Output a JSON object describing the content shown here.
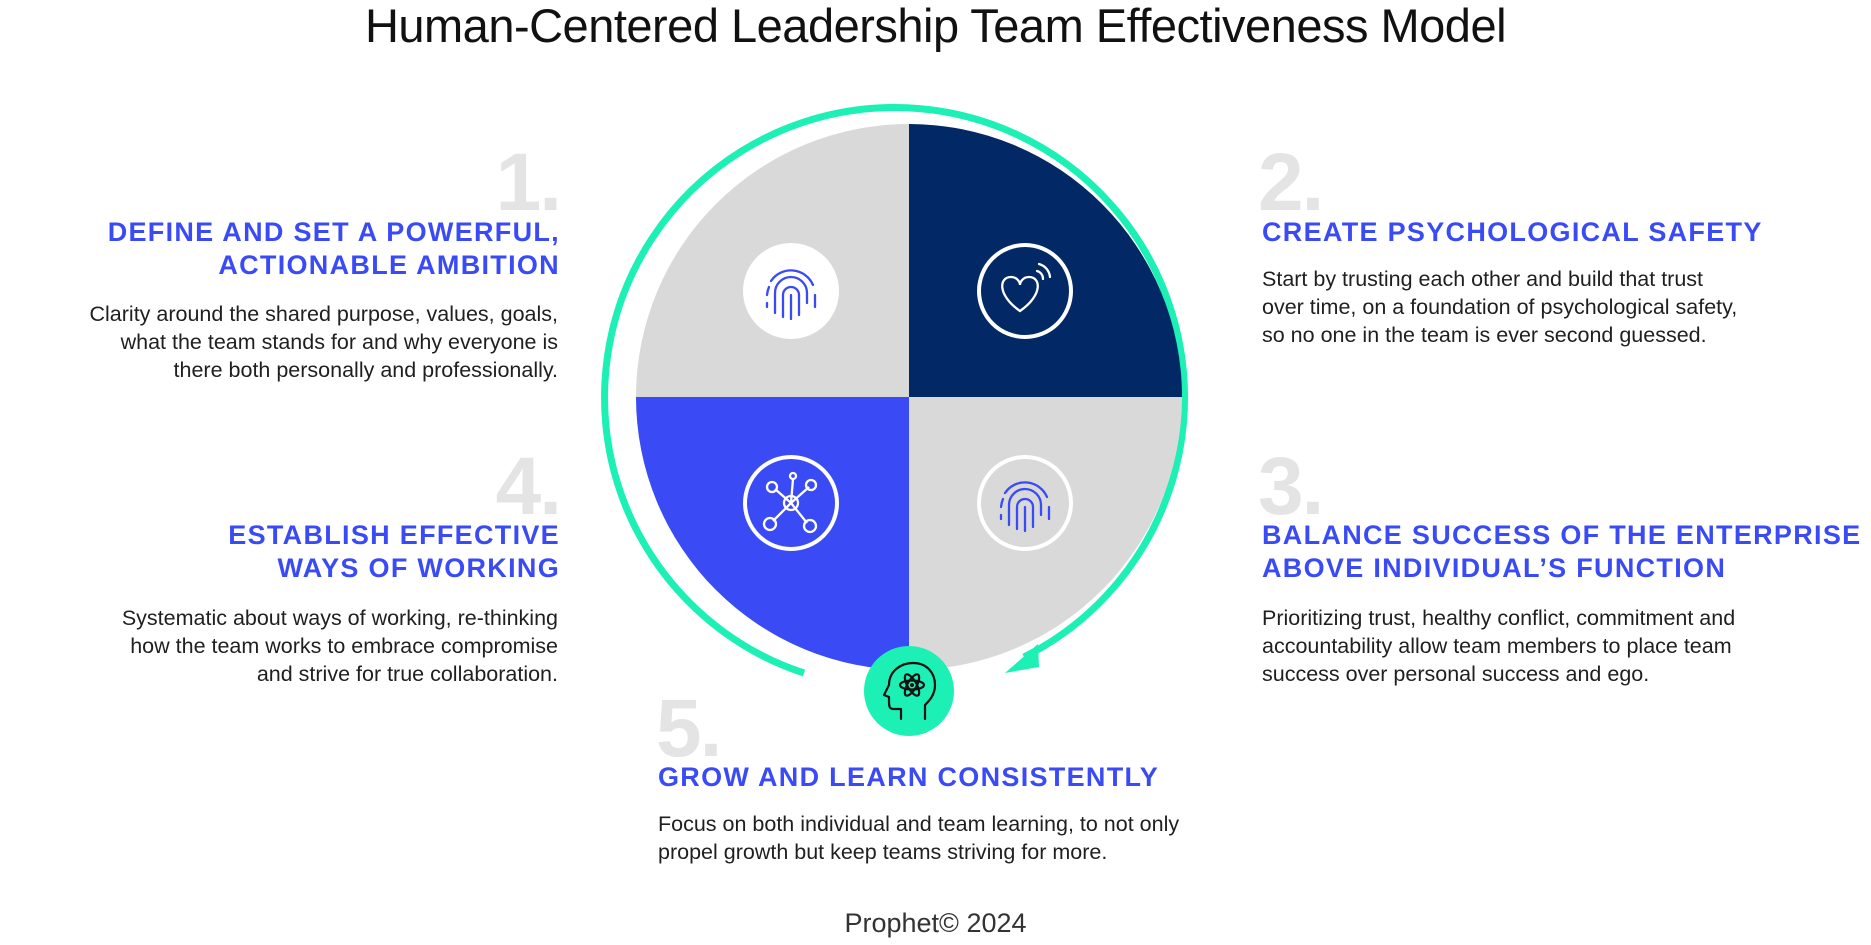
{
  "title": "Human-Centered Leadership Team Effectiveness Model",
  "colors": {
    "navy": "#022866",
    "blue": "#3a4bf5",
    "gray": "#d9d9d9",
    "teal": "#1df0b4",
    "number_gray": "#e4e4e4"
  },
  "quadrant_icons": [
    "fingerprint-icon",
    "heart-signal-icon",
    "fingerprint-icon",
    "network-nodes-icon",
    "head-atom-icon"
  ],
  "steps": [
    {
      "number": "1.",
      "heading_lines": [
        "DEFINE AND SET A POWERFUL,",
        "ACTIONABLE AMBITION"
      ],
      "body_lines": [
        "Clarity around the shared purpose, values, goals,",
        "what the team stands for and why everyone is",
        "there both personally and professionally."
      ]
    },
    {
      "number": "2.",
      "heading_lines": [
        "CREATE PSYCHOLOGICAL SAFETY"
      ],
      "body_lines": [
        "Start by trusting each other and build that trust",
        "over time, on a foundation of psychological safety,",
        "so no one in the team is ever second guessed."
      ]
    },
    {
      "number": "3.",
      "heading_lines": [
        "BALANCE SUCCESS OF THE ENTERPRISE",
        "ABOVE INDIVIDUAL’S FUNCTION"
      ],
      "body_lines": [
        "Prioritizing trust, healthy conflict, commitment and",
        "accountability allow team members to place team",
        "success over personal success and ego."
      ]
    },
    {
      "number": "4.",
      "heading_lines": [
        "ESTABLISH EFFECTIVE",
        "WAYS OF WORKING"
      ],
      "body_lines": [
        "Systematic about ways of working, re-thinking",
        "how the team works to embrace compromise",
        "and strive for true collaboration."
      ]
    },
    {
      "number": "5.",
      "heading_lines": [
        "GROW AND LEARN CONSISTENTLY"
      ],
      "body_lines": [
        "Focus on both individual and team learning, to not only",
        "propel growth but keep teams striving for more."
      ]
    }
  ],
  "footer": "Prophet© 2024"
}
